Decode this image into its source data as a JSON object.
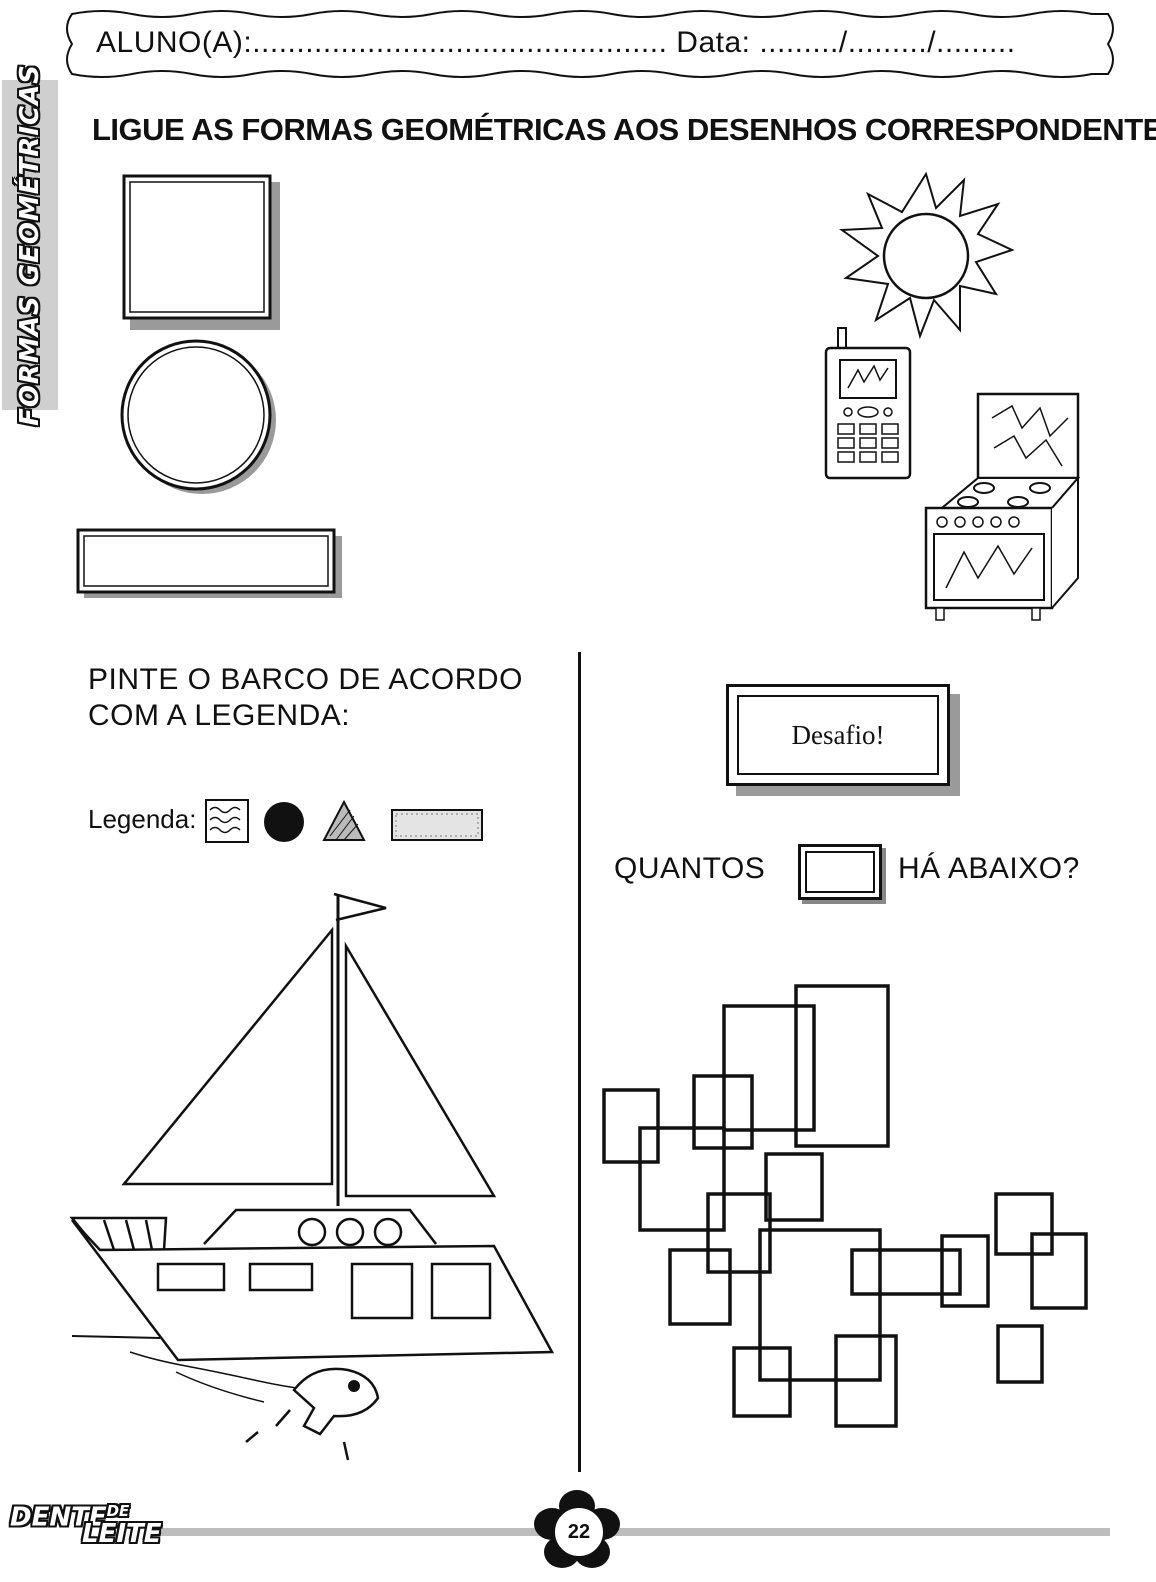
{
  "header": {
    "student_label": "ALUNO(A):",
    "student_dots": "...............................................",
    "date_label": "Data:",
    "date_dots": "........./........./........."
  },
  "side_title": "FORMAS GEOMÉTRICAS",
  "section_match": {
    "instruction": "LIGUE AS FORMAS GEOMÉTRICAS AOS DESENHOS CORRESPONDENTES!"
  },
  "section_boat": {
    "instruction_line1": "PINTE O BARCO DE ACORDO",
    "instruction_line2": "COM A LEGENDA:",
    "legend_label": "Legenda:"
  },
  "section_challenge": {
    "badge": "Desafio!",
    "question_left": "QUANTOS",
    "question_right": "HÁ ABAIXO?"
  },
  "footer": {
    "brand_line1": "DENTE",
    "brand_small": "DE",
    "brand_line2": "LEITE",
    "page_number": "22"
  }
}
